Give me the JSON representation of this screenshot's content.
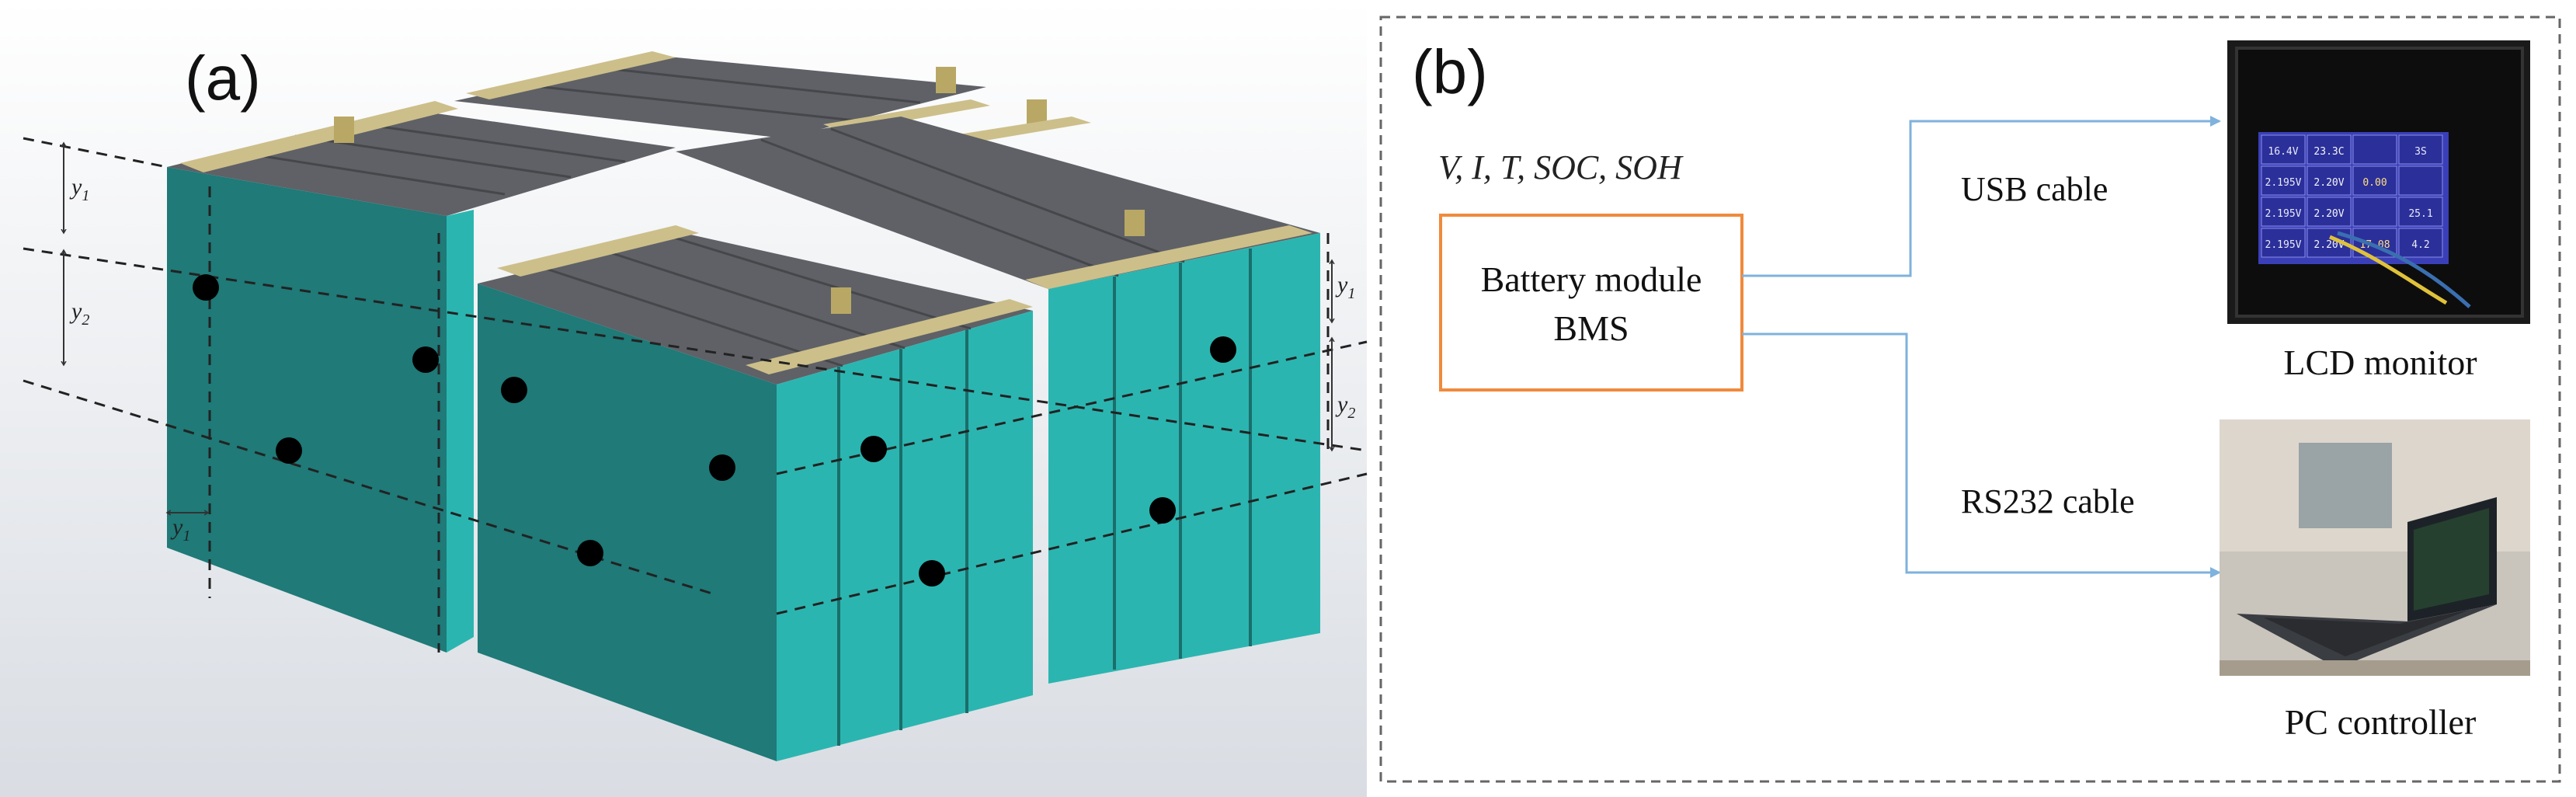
{
  "panel_a": {
    "label": "(a)",
    "dimension_labels": {
      "y1_left_top": "y",
      "y1_left_top_sub": "1",
      "y2_left": "y",
      "y2_left_sub": "2",
      "y1_left_bottom": "y",
      "y1_left_bottom_sub": "1",
      "y1_right": "y",
      "y1_right_sub": "1",
      "y2_right": "y",
      "y2_right_sub": "2"
    },
    "colors": {
      "cell_front": "#1f7a78",
      "cell_side": "#2bb5b0",
      "cell_top": "#5f6166",
      "busbar": "#cdbf8a",
      "sensor_dot": "#000000"
    }
  },
  "panel_b": {
    "label": "(b)",
    "measured_quantities": "V, I, T, SOC, SOH",
    "bms_box": {
      "line1": "Battery module",
      "line2": "BMS",
      "border_color": "#f08a3c"
    },
    "usb_label": "USB cable",
    "rs232_label": "RS232 cable",
    "lcd_caption": "LCD monitor",
    "pc_caption": "PC controller",
    "arrow_color": "#7fb2dc",
    "lcd_screen": {
      "rows": [
        [
          "16.4V",
          "23.3C",
          "",
          "3S"
        ],
        [
          "2.195V",
          "2.20V",
          "0.00",
          ""
        ],
        [
          "2.195V",
          "2.20V",
          "",
          "25.1"
        ],
        [
          "2.195V",
          "2.20V",
          "17.08",
          "4.2"
        ]
      ]
    }
  }
}
